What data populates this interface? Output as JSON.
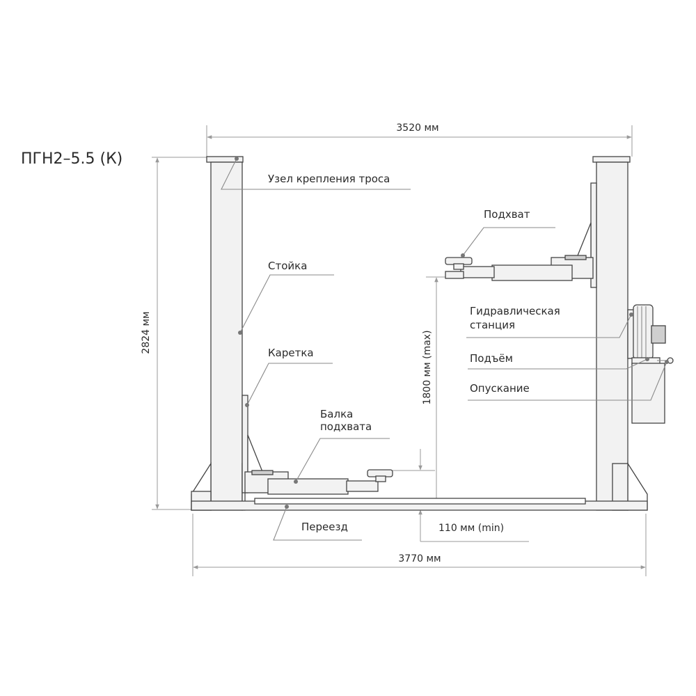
{
  "title": "ПГН2–5.5 (К)",
  "labels": {
    "cable_mount": "Узел крепления троса",
    "pillar": "Стойка",
    "carriage": "Каретка",
    "beam_line1": "Балка",
    "beam_line2": "подхвата",
    "pickup": "Подхват",
    "hydraulic_line1": "Гидравлическая",
    "hydraulic_line2": "станция",
    "raise": "Подъём",
    "lower": "Опускание",
    "ramp": "Переезд"
  },
  "dimensions": {
    "inner_width": "3520 мм",
    "total_width": "3770 мм",
    "height": "2824 мм",
    "max_lift": "1800 мм (max)",
    "min_height": "110 мм (min)"
  },
  "colors": {
    "stroke": "#444444",
    "fill": "#f2f2f2",
    "leader": "#8a8a8a"
  }
}
